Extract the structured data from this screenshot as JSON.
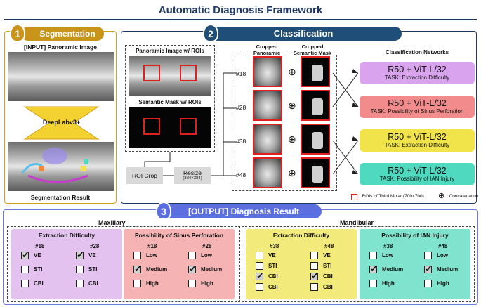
{
  "title": "Automatic Diagnosis Framework",
  "segmentation": {
    "badge": "1",
    "label": "Segmentation",
    "input_label": "[INPUT] Panoramic Image",
    "model": "DeepLabv3+",
    "result_label": "Segmentation Result"
  },
  "classification": {
    "badge": "2",
    "label": "Classification",
    "roi_image_label": "Panoramic Image w/ ROIs",
    "mask_label": "Semantic Mask w/ ROIs",
    "roi_crop": "ROI Crop",
    "resize": "Resize",
    "resize_size": "(384×384)",
    "col_cropped_image": "Cropped Panoramic Image",
    "col_cropped_mask": "Cropped Semantic Mask",
    "col_networks": "Classification Networks",
    "teeth": [
      "#18",
      "#28",
      "#38",
      "#48"
    ],
    "networks": [
      {
        "model": "R50 + ViT-L/32",
        "task": "TASK: Extraction Difficulty",
        "color": "#d9a3ee"
      },
      {
        "model": "R50 + ViT-L/32",
        "task": "TASK: Possibility of Sinus Perforation",
        "color": "#f28c8c"
      },
      {
        "model": "R50 + ViT-L/32",
        "task": "TASK: Extraction Difficulty",
        "color": "#f0e44a"
      },
      {
        "model": "R50 + ViT-L/32",
        "task": "TASK: Possibility of IAN Injury",
        "color": "#4fd9bf"
      }
    ],
    "legend_roi": ": ROIs of Third Molar (700×700)",
    "legend_concat": ": Concatenation",
    "concat_symbol": "⊕"
  },
  "result": {
    "badge": "3",
    "label": "[OUTPUT] Diagnosis Result",
    "maxillary": "Maxillary",
    "mandibular": "Mandibular",
    "panels": [
      {
        "title": "Extraction Difficulty",
        "color": "#e3c2f0",
        "teeth": [
          "#18",
          "#28"
        ],
        "options": [
          "VE",
          "STI",
          "CBI"
        ],
        "checked": [
          [
            true,
            false,
            false
          ],
          [
            true,
            false,
            false
          ]
        ]
      },
      {
        "title": "Possibility of Sinus Perforation",
        "color": "#f5b3b3",
        "teeth": [
          "#18",
          "#28"
        ],
        "options": [
          "Low",
          "Medium",
          "High"
        ],
        "checked": [
          [
            false,
            true,
            false
          ],
          [
            false,
            true,
            false
          ]
        ]
      },
      {
        "title": "Extraction Difficulty",
        "color": "#f2ea7a",
        "teeth": [
          "#38",
          "#48"
        ],
        "options": [
          "VE",
          "STI",
          "CBI",
          "CBI"
        ],
        "checked": [
          [
            false,
            false,
            true,
            false
          ],
          [
            false,
            false,
            true,
            false
          ]
        ]
      },
      {
        "title": "Possibility of IAN Injury",
        "color": "#7fe3cd",
        "teeth": [
          "#38",
          "#48"
        ],
        "options": [
          "Low",
          "Medium",
          "High"
        ],
        "checked": [
          [
            false,
            true,
            false
          ],
          [
            false,
            true,
            false
          ]
        ]
      }
    ]
  }
}
